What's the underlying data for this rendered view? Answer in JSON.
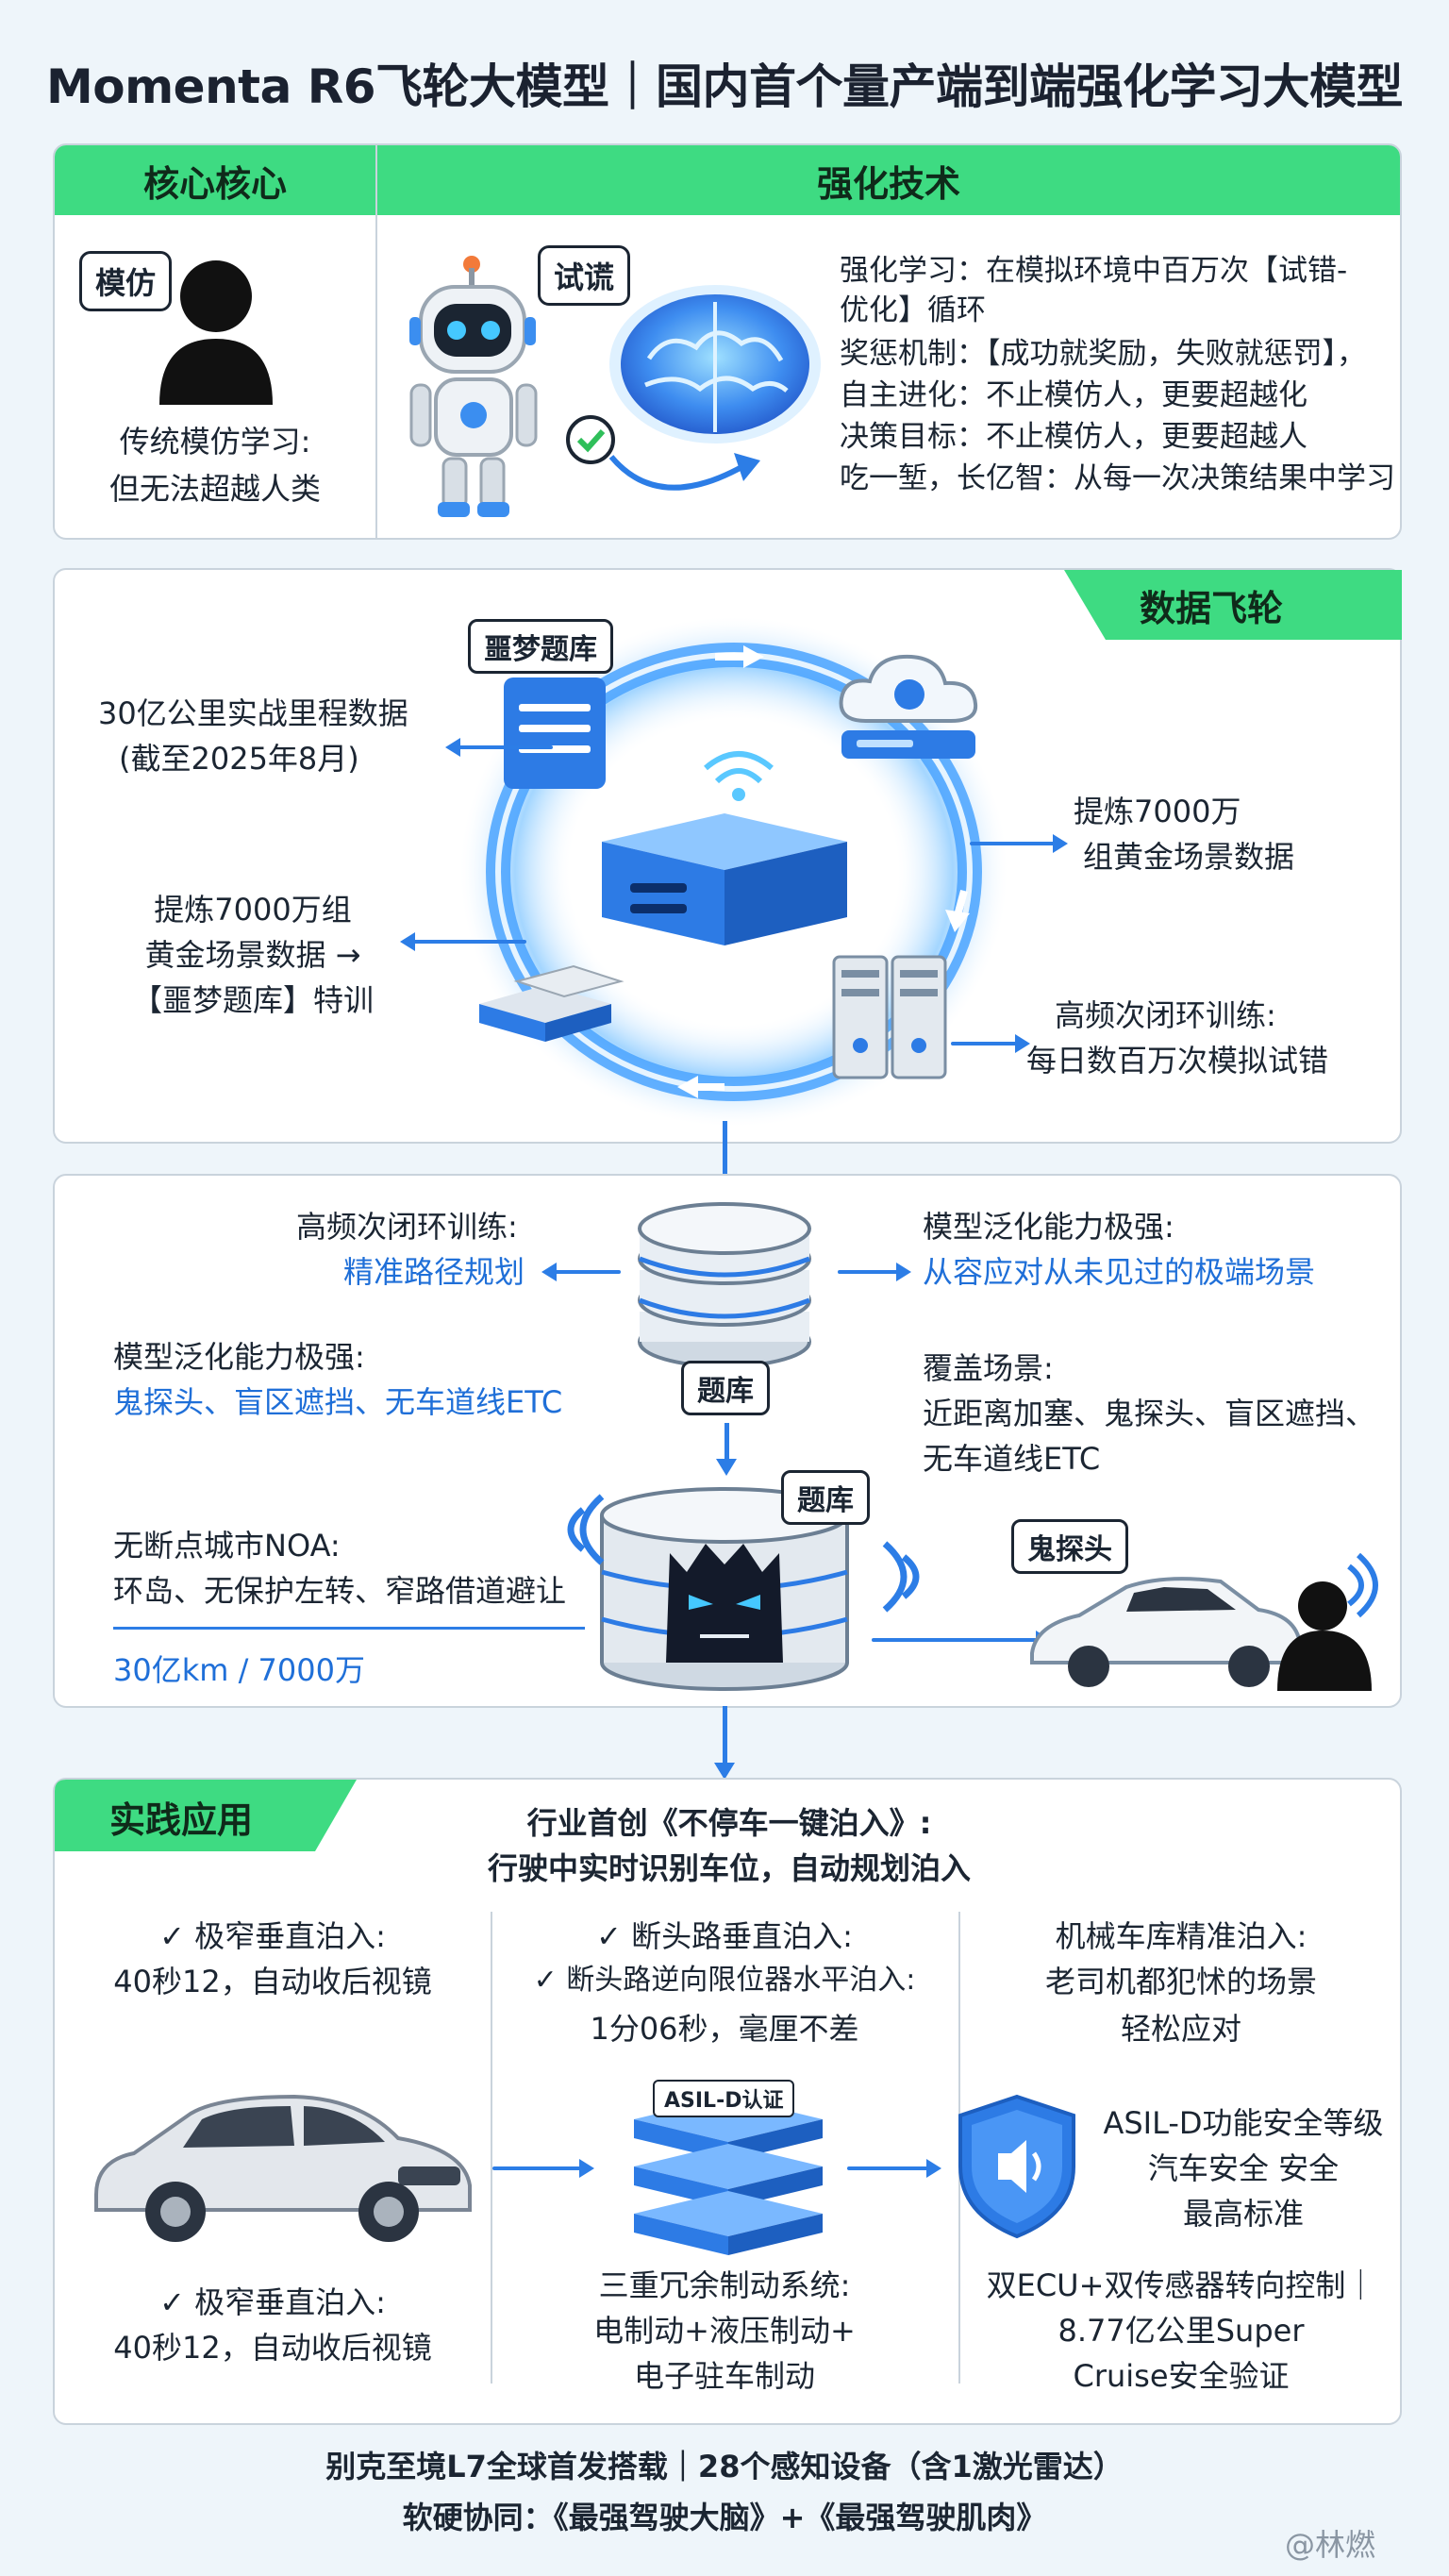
{
  "title": "Momenta R6飞轮大模型｜国内首个量产端到端强化学习大模型",
  "section1": {
    "col_left_header": "核心核心",
    "col_right_header": "强化技术",
    "imitate_bubble": "模仿",
    "trial_bubble": "试谎",
    "left_caption_1": "传统模仿学习:",
    "left_caption_2": "但无法超越人类",
    "lines": [
      "强化学习：在模拟环境中百万次【试错-",
      "优化】循环",
      "奖惩机制：【成功就奖励，失败就惩罚】，",
      "自主进化：不止模仿人，更要超越化",
      "决策目标：不止模仿人，更要超越人",
      "吃一堑，长亿智：从每一次决策结果中学习"
    ]
  },
  "section2": {
    "header": "数据飞轮",
    "nightmare_tag": "噩梦题库",
    "left_1_line1": "30亿公里实战里程数据",
    "left_1_line2": "(截至2025年8月)",
    "left_2_line1": "提炼7000万组",
    "left_2_line2": "黄金场景数据 →",
    "left_2_line3": "【噩梦题库】特训",
    "right_1_line1": "提炼7000万",
    "right_1_line2": "组黄金场景数据",
    "right_2_line1": "高频次闭环训练:",
    "right_2_line2": "每日数百万次模拟试错"
  },
  "section3": {
    "top_left_title": "高频次闭环训练:",
    "top_left_blue": "精准路径规划",
    "top_right_title": "模型泛化能力极强:",
    "top_right_blue": "从容应对从未见过的极端场景",
    "db_label": "题库",
    "mid_left_title": "模型泛化能力极强:",
    "mid_left_blue": "鬼探头、盲区遮挡、无车道线ETC",
    "mid_right_title": "覆盖场景:",
    "mid_right_line1": "近距离加塞、鬼探头、盲区遮挡、",
    "mid_right_line2": "无车道线ETC",
    "monster_tag": "题库",
    "noa_title": "无断点城市NOA:",
    "noa_line": "环岛、无保护左转、窄路借道避让",
    "stats": "30亿km / 7000万",
    "ghost_tag": "鬼探头"
  },
  "section4": {
    "header": "实践应用",
    "headline_1": "行业首创《不停车一键泊入》:",
    "headline_2": "行驶中实时识别车位，自动规划泊入",
    "col1_title": "✓ 极窄垂直泊入:",
    "col1_line": "40秒12，自动收后视镜",
    "col2_title1": "✓ 断头路垂直泊入:",
    "col2_title2": "✓ 断头路逆向限位器水平泊入:",
    "col2_line": "1分06秒，毫厘不差",
    "col3_title": "机械车库精准泊入:",
    "col3_line1": "老司机都犯怵的场景",
    "col3_line2": "轻松应对",
    "asil_stack_label": "ASIL-D认证",
    "asil_line1": "ASIL-D功能安全等级",
    "asil_line2": "汽车安全  安全",
    "asil_line3": "最高标准",
    "bottom1_title": "✓ 极窄垂直泊入:",
    "bottom1_line": "40秒12，自动收后视镜",
    "bottom2_line1": "三重冗余制动系统:",
    "bottom2_line2": "电制动+液压制动+",
    "bottom2_line3": "电子驻车制动",
    "bottom3_line1": "双ECU+双传感器转向控制｜",
    "bottom3_line2": "8.77亿公里Super",
    "bottom3_line3": "Cruise安全验证"
  },
  "footer": {
    "line1": "别克至境L7全球首发搭载｜28个感知设备（含1激光雷达）",
    "line2": "软硬协同：《最强驾驶大脑》+《最强驾驶肌肉》",
    "watermark": "@林燃"
  },
  "colors": {
    "accent_green": "#3edb82",
    "accent_blue": "#2c7de6",
    "text_blue": "#1f6fd8"
  }
}
